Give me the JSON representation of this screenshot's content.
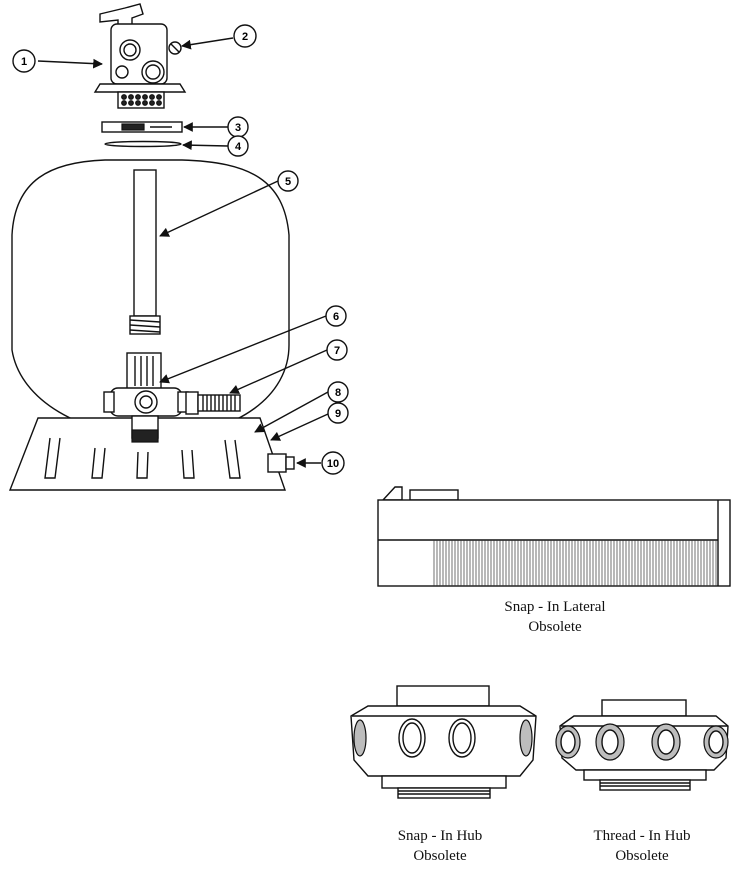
{
  "callouts": [
    {
      "label": "1"
    },
    {
      "label": "2"
    },
    {
      "label": "3"
    },
    {
      "label": "4"
    },
    {
      "label": "5"
    },
    {
      "label": "6"
    },
    {
      "label": "7"
    },
    {
      "label": "8"
    },
    {
      "label": "9"
    },
    {
      "label": "10"
    }
  ],
  "captions": {
    "lateral": {
      "line1": "Snap - In Lateral",
      "line2": "Obsolete"
    },
    "snap_hub": {
      "line1": "Snap - In Hub",
      "line2": "Obsolete"
    },
    "thread_hub": {
      "line1": "Thread - In Hub",
      "line2": "Obsolete"
    }
  }
}
